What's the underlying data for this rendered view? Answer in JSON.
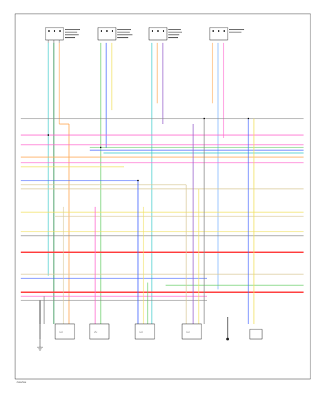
{
  "colors": {
    "background": "#ffffff",
    "frame": "#333333",
    "pink": "#ff66cc",
    "red": "#ff4444",
    "orange": "#ffaa55",
    "yellow": "#f0e060",
    "tan": "#d8c89a",
    "green": "#66cc66",
    "dark_green": "#228844",
    "cyan": "#44cccc",
    "blue": "#4466ff",
    "light_blue": "#88bbff",
    "violet": "#9966cc",
    "gray": "#888888",
    "black": "#222222"
  },
  "icons": {
    "connector": "rectangle-with-pins",
    "ground": "ground-symbol",
    "splice": "filled-dot"
  },
  "footer": {
    "code": "G00004"
  }
}
